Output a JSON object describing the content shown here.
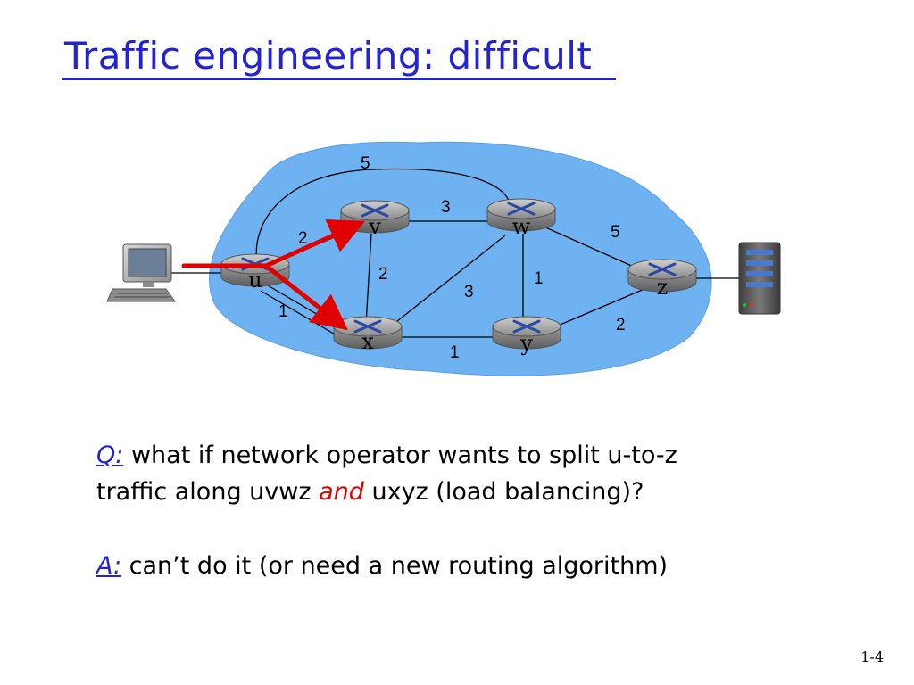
{
  "title": "Traffic engineering: difficult",
  "diagram": {
    "routers": {
      "u": "u",
      "v": "v",
      "w": "w",
      "x": "x",
      "y": "y",
      "z": "z"
    },
    "link_costs": {
      "u_w_top": "5",
      "u_v": "2",
      "u_x": "1",
      "v_w": "3",
      "v_x": "2",
      "w_x": "3",
      "w_y": "1",
      "w_z": "5",
      "x_y": "1",
      "y_z": "2"
    }
  },
  "question": {
    "label": "Q:",
    "line1": "what if network operator wants to split  u-to-z",
    "line2_start": "traffic along uvwz ",
    "line2_emph": "and",
    "line2_end": " uxyz (load balancing)?"
  },
  "answer": {
    "label": "A:",
    "text": "can’t do it (or need a new routing algorithm)"
  },
  "slide_number": "1-4",
  "colors": {
    "title": "#2323d6",
    "cloud": "#6fb2f2",
    "arrow": "#e00000",
    "emphasis": "#e00000"
  }
}
